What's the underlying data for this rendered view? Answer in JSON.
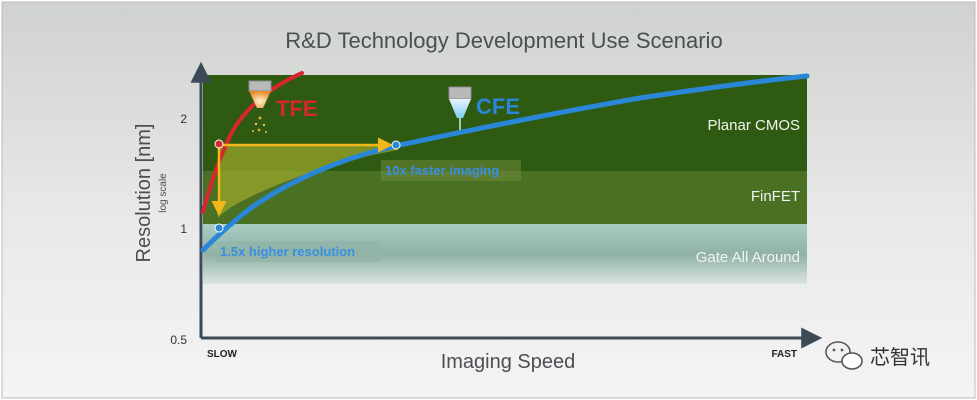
{
  "chart_data": {
    "type": "line",
    "title": "R&D Technology Development Use Scenario",
    "xlabel": "Imaging Speed",
    "ylabel": "Resolution [nm]",
    "ylabel_sub": "log scale",
    "y_scale": "log",
    "ylim": [
      0.5,
      2.5
    ],
    "y_ticks": [
      0.5,
      1,
      2
    ],
    "y_tick_labels": [
      "0.5",
      "1",
      "2"
    ],
    "x_ticks": [
      "SLOW",
      "FAST"
    ],
    "regions": [
      {
        "label": "Planar CMOS",
        "color": "#2f5a12"
      },
      {
        "label": "FinFET",
        "color": "#4a7024"
      },
      {
        "label": "Gate All Around",
        "color": "#8fb4a6"
      }
    ],
    "series": [
      {
        "name": "TFE",
        "color": "#d7272d"
      },
      {
        "name": "CFE",
        "color": "#2a86d6"
      }
    ],
    "annotations": [
      {
        "text": "10x faster imaging",
        "color": "#3a8fe0"
      },
      {
        "text": "1.5x higher resolution",
        "color": "#3a8fe0"
      }
    ]
  },
  "watermark": {
    "text": "芯智讯"
  },
  "colors": {
    "background": "#dcdedc",
    "arrow": "#f2b81a",
    "highlight": "#9aa52a"
  }
}
